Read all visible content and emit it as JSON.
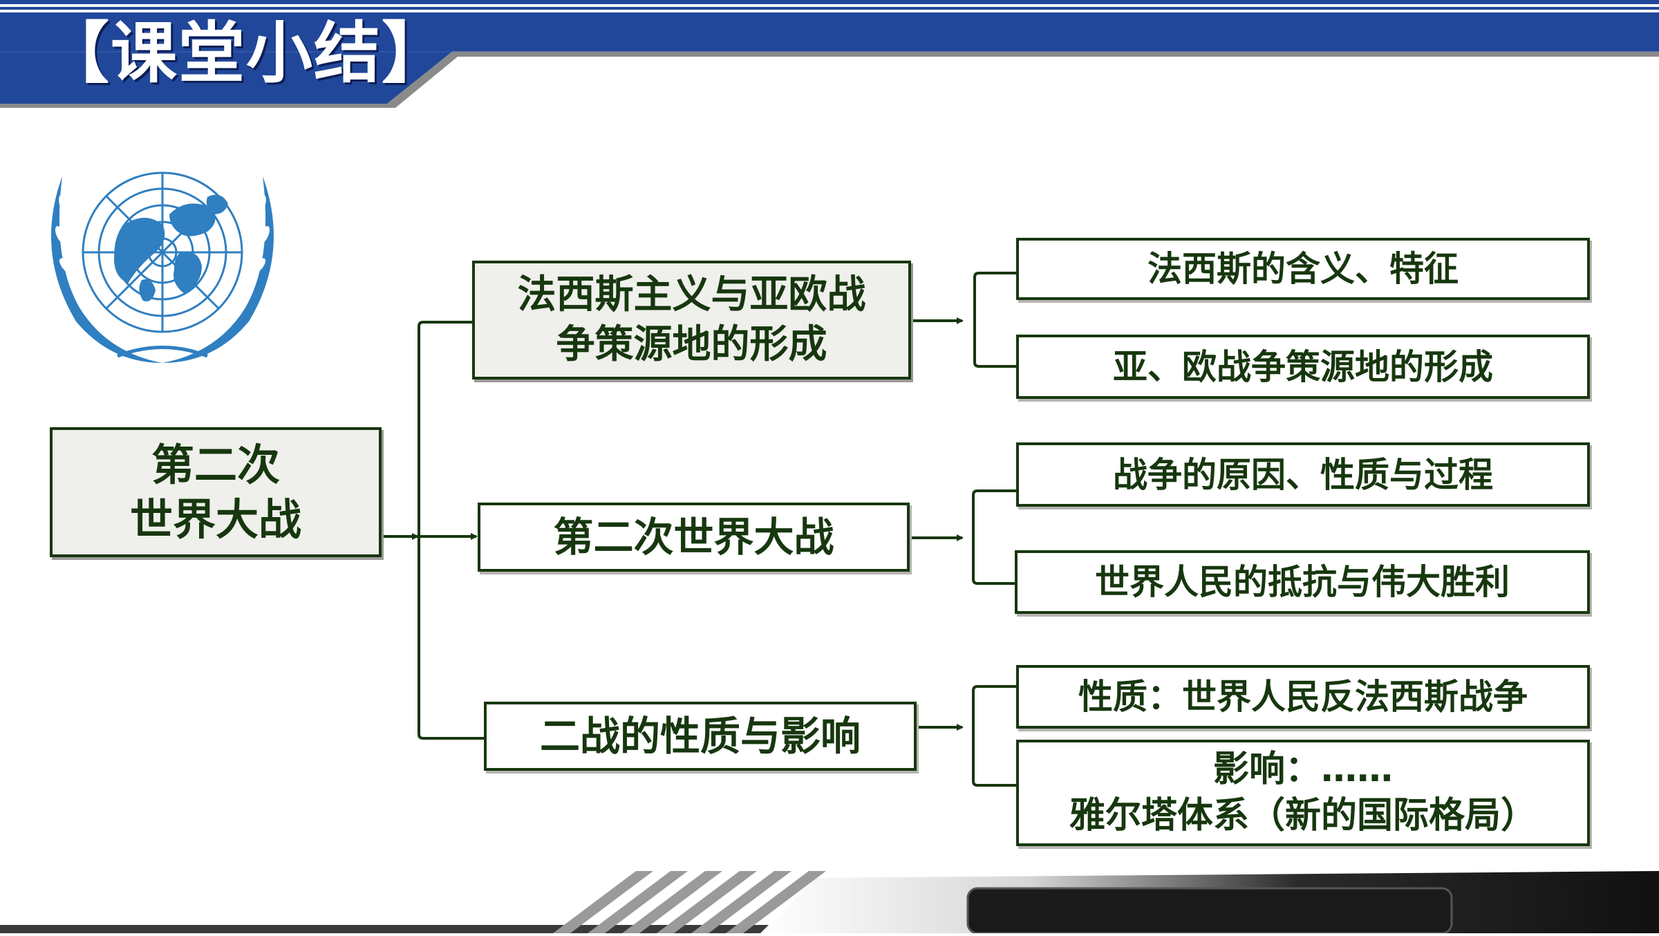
{
  "header": {
    "title": "【课堂小结】"
  },
  "colors": {
    "banner_blue": "#21479a",
    "banner_gray": "#7a7a7a",
    "node_text": "#17370f",
    "node_border": "#17370f",
    "node_fill": "#efefeb",
    "emblem_blue": "#2f7fc1"
  },
  "emblem": {
    "icon": "un-emblem-icon"
  },
  "diagram": {
    "root": {
      "line1": "第二次",
      "line2": "世界大战"
    },
    "branches": [
      {
        "line1": "法西斯主义与亚欧战",
        "line2": "争策源地的形成",
        "leaves": [
          "法西斯的含义、特征",
          "亚、欧战争策源地的形成"
        ]
      },
      {
        "label": "第二次世界大战",
        "leaves": [
          "战争的原因、性质与过程",
          "世界人民的抵抗与伟大胜利"
        ]
      },
      {
        "label": "二战的性质与影响",
        "leaves": [
          "性质：世界人民反法西斯战争"
        ],
        "impact": {
          "line1": "影响：……",
          "line2": "雅尔塔体系（新的国际格局）"
        }
      }
    ]
  }
}
